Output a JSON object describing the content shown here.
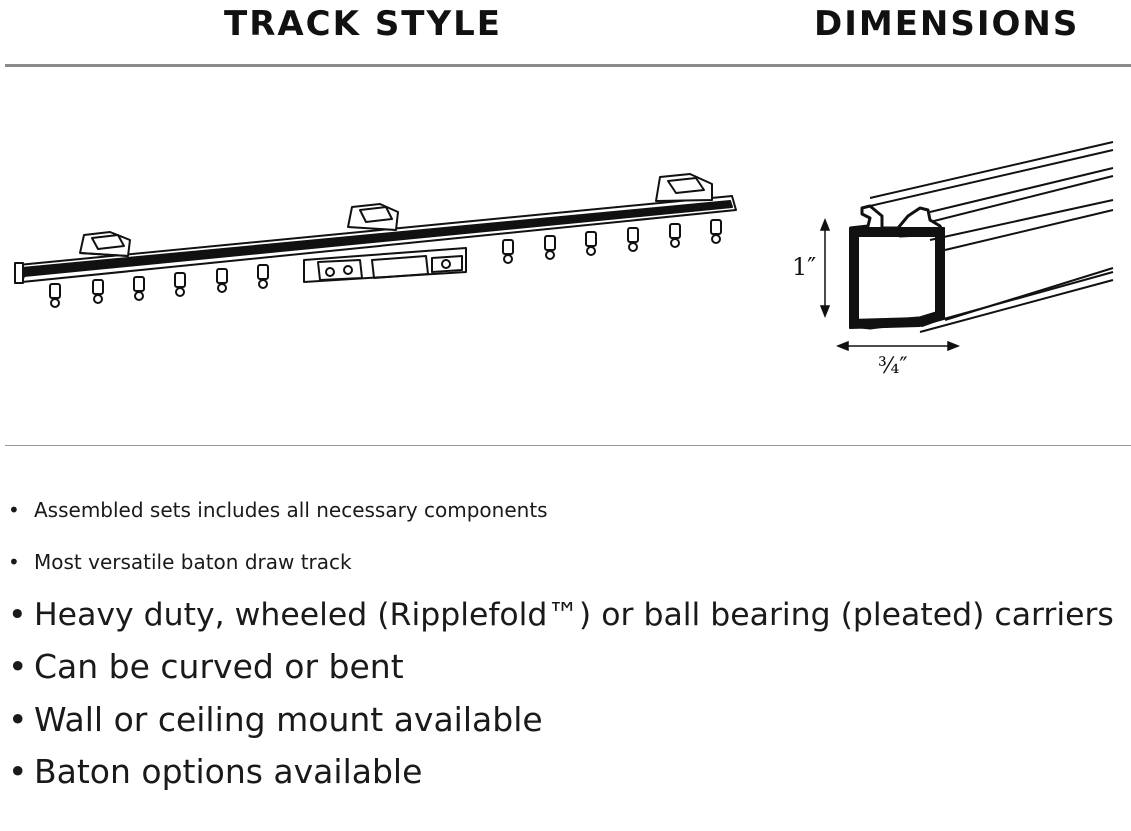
{
  "headings": {
    "track_style": "TRACK STYLE",
    "dimensions": "DIMENSIONS"
  },
  "dimensions": {
    "height": "1″",
    "width": "¾″"
  },
  "features": {
    "bullet": "•",
    "items": [
      "Assembled sets includes all necessary components",
      "Most versatile baton draw track",
      "Heavy duty, wheeled (Ripplefold™) or ball bearing (pleated) carriers",
      "Can be curved or bent",
      "Wall or ceiling mount available",
      "Baton options available"
    ]
  }
}
